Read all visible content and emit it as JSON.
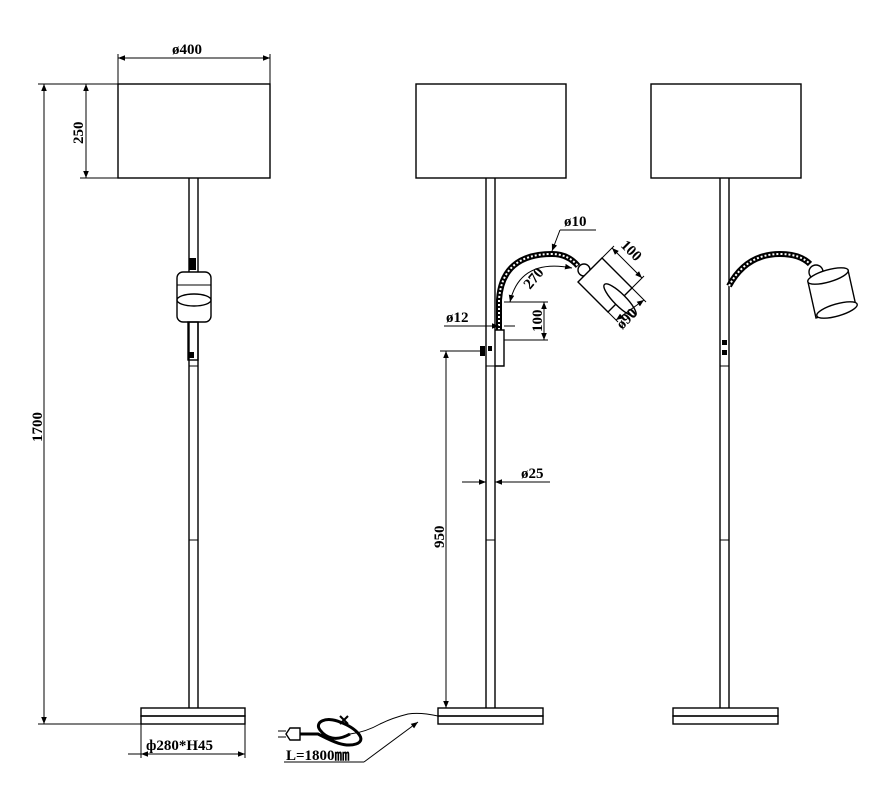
{
  "drawing": {
    "views": [
      {
        "name": "front"
      },
      {
        "name": "side-with-reading-arm"
      },
      {
        "name": "perspective-with-reading-arm"
      }
    ],
    "dimensions": {
      "shade_diameter": "ø400",
      "shade_height": "250",
      "total_height": "1700",
      "base_size": "ф280*H45",
      "cable_length": "L=1800㎜",
      "arm_diameter": "ø10",
      "arm_angle": "270",
      "spot_shade_length": "100",
      "spot_shade_diameter": "ø90",
      "switch_diameter": "ø12",
      "arm_vertical": "100",
      "pole_diameter": "ø25",
      "arm_mount_height": "950"
    }
  }
}
